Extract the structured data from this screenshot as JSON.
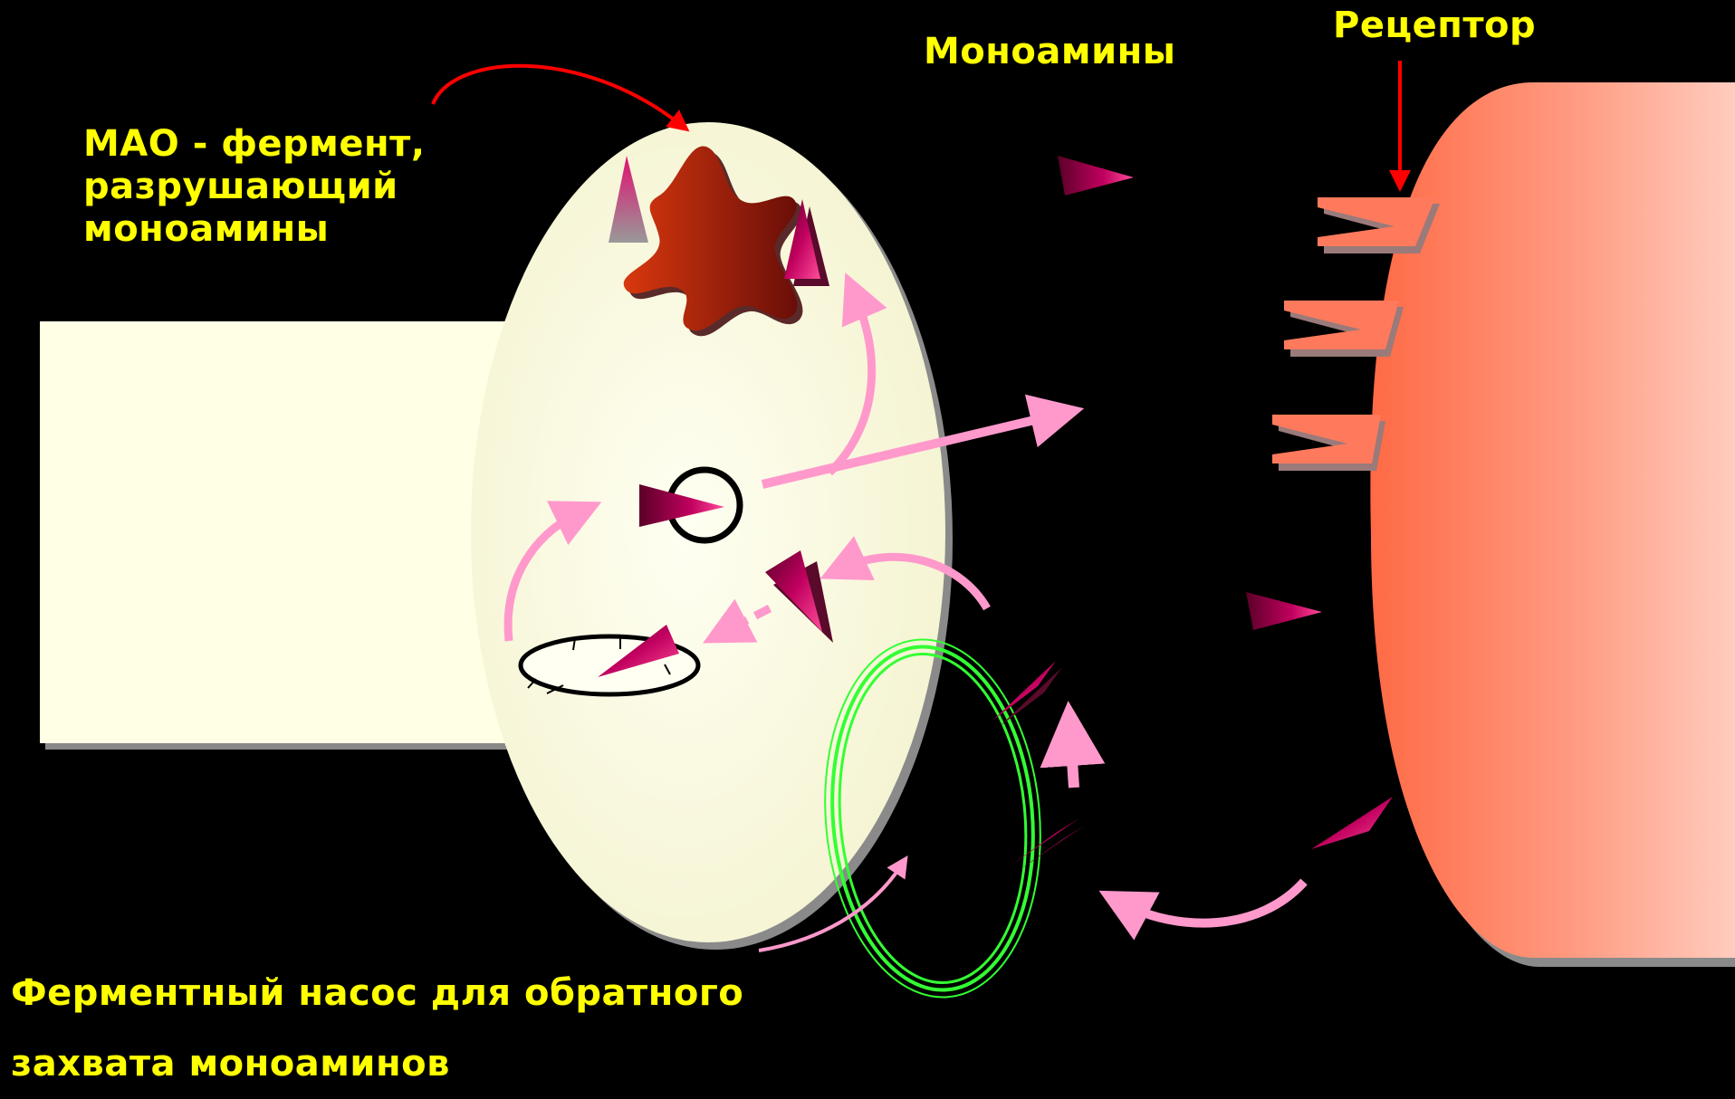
{
  "labels": {
    "mao": [
      "МАО - фермент,",
      "разрушающий",
      "моноамины"
    ],
    "monoamines": "Моноамины",
    "receptor": "Рецептор",
    "pump": [
      "Ферментный насос для обратного",
      "захвата моноаминов"
    ]
  },
  "colors": {
    "background": "#000000",
    "text": "#FFFF00",
    "axon": "#FFFFE6",
    "terminal": "#FFFFE8",
    "enzyme": "#C02A10",
    "monoamine": "#B8005A",
    "flow_arrow": "#FF99CC",
    "red_arrow": "#FF0000",
    "pump_ring": "#33FF33",
    "postsynaptic": "#FF7A5C"
  },
  "icons": {
    "enzyme": "star-blob",
    "monoamine": "triangle",
    "pump": "ring"
  }
}
